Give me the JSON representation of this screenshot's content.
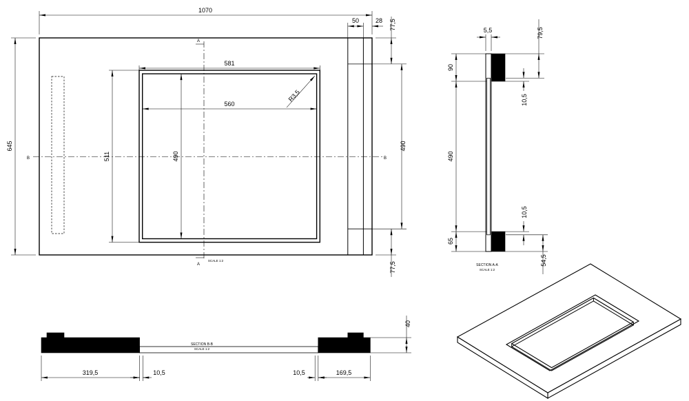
{
  "plan": {
    "dim_total_width": "1070",
    "dim_total_height": "645",
    "dim_margin_top_right": "77,5",
    "dim_margin_bottom_right": "77,5",
    "dim_strip_width": "50",
    "dim_edge_width": "28",
    "dim_opening_outer_width": "581",
    "dim_opening_inner_width": "560",
    "dim_opening_outer_height": "511",
    "dim_opening_inner_height": "490",
    "dim_right_cutout_height": "490",
    "dim_corner_radius": "R3,5",
    "marker_a": "A",
    "marker_b": "B",
    "scale_note": "SCALE 1:2"
  },
  "section_a": {
    "title": "SECTION A-A",
    "scale": "SCALE 1:2",
    "dim_panel_thickness": "5,5",
    "dim_top_to_glass": "79,5",
    "dim_top_frame": "90",
    "dim_glass_overlap_top": "10,5",
    "dim_opening_height": "490",
    "dim_glass_overlap_bottom": "10,5",
    "dim_bottom_frame": "65",
    "dim_glass_to_bottom": "54,5"
  },
  "section_b": {
    "title": "SECTION B-B",
    "scale": "SCALE 1:2",
    "dim_thickness": "40",
    "dim_left_frame": "319,5",
    "dim_glass_overlap_left": "10,5",
    "dim_glass_overlap_right": "10,5",
    "dim_right_frame": "169,5"
  }
}
